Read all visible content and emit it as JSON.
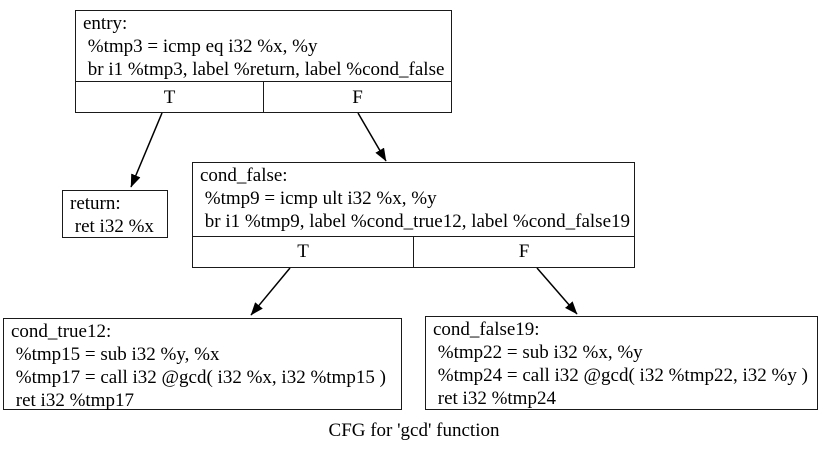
{
  "caption": "CFG for 'gcd' function",
  "colors": {
    "background": "#ffffff",
    "border": "#1a1a1a",
    "text": "#000000"
  },
  "nodes": {
    "entry": {
      "lines": [
        "entry:",
        " %tmp3 = icmp eq i32 %x, %y",
        " br i1 %tmp3, label %return, label %cond_false"
      ],
      "true_label": "T",
      "false_label": "F"
    },
    "return": {
      "lines": [
        "return:",
        " ret i32 %x"
      ]
    },
    "cond_false": {
      "lines": [
        "cond_false:",
        " %tmp9 = icmp ult i32 %x, %y",
        " br i1 %tmp9, label %cond_true12, label %cond_false19"
      ],
      "true_label": "T",
      "false_label": "F"
    },
    "cond_true12": {
      "lines": [
        "cond_true12:",
        " %tmp15 = sub i32 %y, %x",
        " %tmp17 = call i32 @gcd( i32 %x, i32 %tmp15 )",
        " ret i32 %tmp17"
      ]
    },
    "cond_false19": {
      "lines": [
        "cond_false19:",
        " %tmp22 = sub i32 %x, %y",
        " %tmp24 = call i32 @gcd( i32 %tmp22, i32 %y )",
        " ret i32 %tmp24"
      ]
    }
  },
  "edges": [
    {
      "from": "entry",
      "port": "T",
      "to": "return"
    },
    {
      "from": "entry",
      "port": "F",
      "to": "cond_false"
    },
    {
      "from": "cond_false",
      "port": "T",
      "to": "cond_true12"
    },
    {
      "from": "cond_false",
      "port": "F",
      "to": "cond_false19"
    }
  ]
}
